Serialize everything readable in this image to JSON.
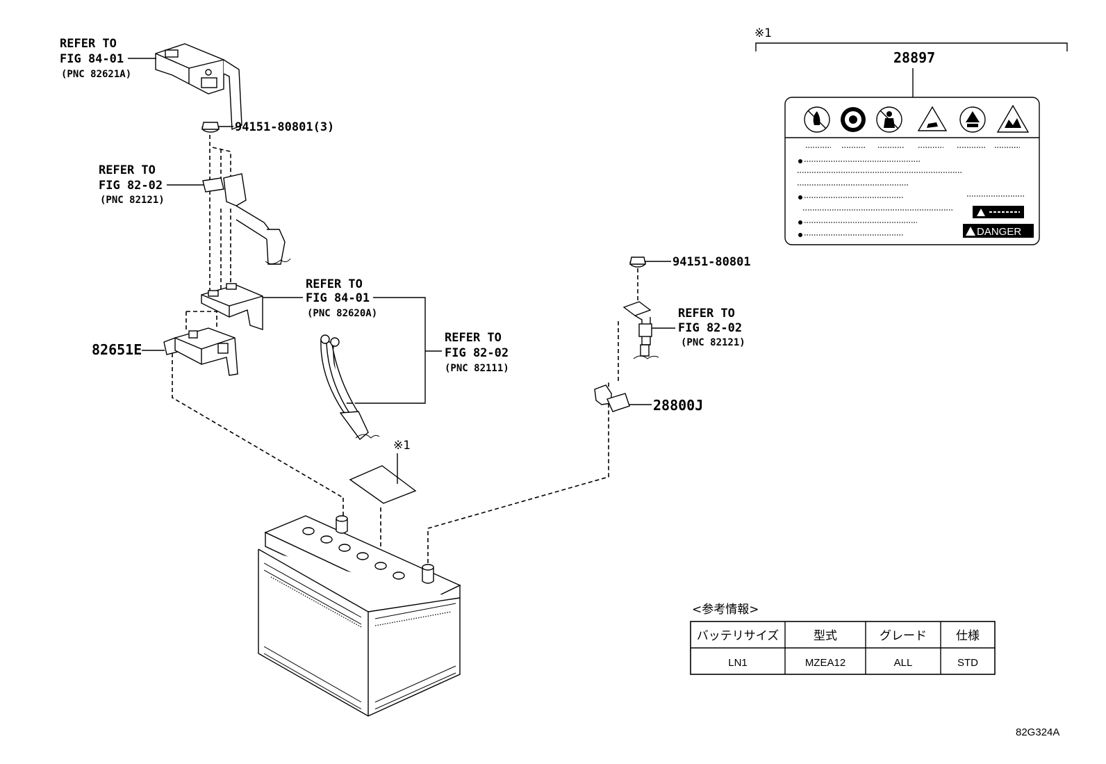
{
  "note_mark": "※1",
  "callouts": {
    "top_refer": {
      "refer": "REFER TO",
      "fig": "FIG 84-01",
      "pnc": "(PNC 82621A)"
    },
    "nut_top": "94151-80801(3)",
    "mid_left_refer": {
      "refer": "REFER TO",
      "fig": "FIG 82-02",
      "pnc": "(PNC 82121)"
    },
    "center_refer": {
      "refer": "REFER TO",
      "fig": "FIG 84-01",
      "pnc": "(PNC 82620A)"
    },
    "cable_refer": {
      "refer": "REFER TO",
      "fig": "FIG 82-02",
      "pnc": "(PNC 82111)"
    },
    "bracket": "82651E",
    "nut_right": "94151-80801",
    "right_refer": {
      "refer": "REFER TO",
      "fig": "FIG 82-02",
      "pnc": "(PNC 82121)"
    },
    "terminal": "28800J",
    "label_part": "28897"
  },
  "warning_label": {
    "danger_text": "DANGER"
  },
  "reference_table": {
    "caption": "<参考情報>",
    "headers": [
      "バッテリサイズ",
      "型式",
      "グレード",
      "仕様"
    ],
    "row": [
      "LN1",
      "MZEA12",
      "ALL",
      "STD"
    ]
  },
  "figure_id": "82G324A"
}
